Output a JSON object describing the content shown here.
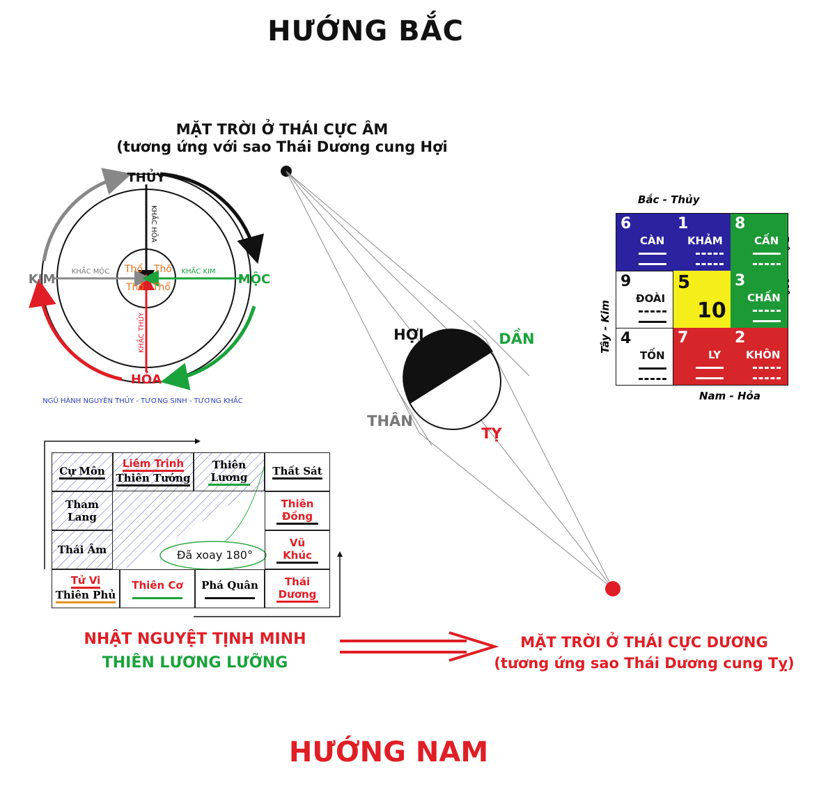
{
  "titles": {
    "north": "HƯỚNG  BẮC",
    "south": "HƯỚNG NAM"
  },
  "sun_am": {
    "line1": "MẶT TRỜI Ở THÁI CỰC ÂM",
    "line2": "(tương ứng với sao Thái Dương cung Hợi"
  },
  "sun_duong": {
    "line1": "MẶT TRỜI Ở THÁI CỰC DƯƠNG",
    "line2": "(tương ứng sao Thái Dương cung Tỵ)"
  },
  "nhat": {
    "line1": "NHẬT NGUYỆT TỊNH MINH",
    "line2": "THIÊN LƯƠNG LƯỠNG"
  },
  "wuxing": {
    "thuy": "THỦY",
    "moc": "MỘC",
    "kim": "KIM",
    "hoa": "HỎA",
    "tho": "Thổ",
    "khac_moc": "KHẮC MỘC",
    "khac_kim": "KHẮC KIM",
    "khac_hoa": "KHẮC HỎA",
    "khac_thuy": "KHẮC THỦY",
    "caption": "NGŨ HÀNH NGUYÊN THỦY - TƯƠNG SINH - TƯƠNG KHẮC"
  },
  "sun_diagram": {
    "hoi": "HỢI",
    "dan": "DẦN",
    "than": "THÂN",
    "ty": "TỴ"
  },
  "bagua": {
    "north": "Bắc - Thủy",
    "south": "Nam - Hỏa",
    "east": "Đông - Mộc",
    "west": "Tây - Kim",
    "cells": [
      {
        "num": "6",
        "name": "CÀN",
        "color": "#2b22a0"
      },
      {
        "num": "1",
        "name": "KHẢM",
        "color": "#2b22a0"
      },
      {
        "num": "8",
        "name": "CẤN",
        "color": "#1c9a35"
      },
      {
        "num": "9",
        "name": "ĐOÀI",
        "color": "#ffffff"
      },
      {
        "num": "5",
        "name": "10",
        "color": "#f6ee1a"
      },
      {
        "num": "3",
        "name": "CHẤN",
        "color": "#1c9a35"
      },
      {
        "num": "4",
        "name": "TỐN",
        "color": "#ffffff"
      },
      {
        "num": "7",
        "name": "LY",
        "color": "#d6262a"
      },
      {
        "num": "2",
        "name": "KHÔN",
        "color": "#d6262a"
      }
    ]
  },
  "chart": {
    "cu_mon": "Cự Môn",
    "liem_trinh": "Liêm Trinh",
    "thien_tuong": "Thiên Tướng",
    "thien_luong": "Thiên Lương",
    "that_sat": "Thất Sát",
    "tham_lang": "Tham Lang",
    "thien_dong": "Thiên Đồng",
    "thai_am": "Thái Âm",
    "vu_khuc": "Vũ Khúc",
    "tu_vi": "Tử Vi",
    "thien_phu": "Thiên Phủ",
    "thien_co": "Thiên Cơ",
    "pha_quan": "Phá Quân",
    "thai_duong": "Thái Dương",
    "rotated": "Đã xoay 180°"
  }
}
